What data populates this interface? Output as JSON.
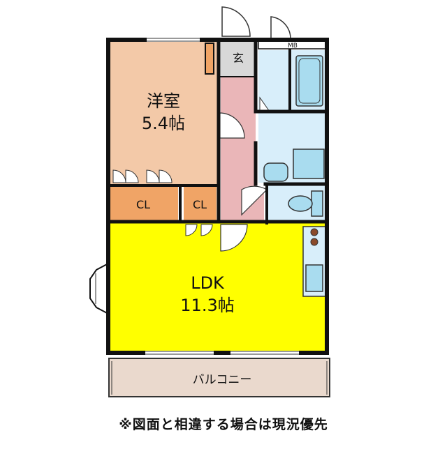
{
  "rooms": {
    "western": {
      "name": "洋室",
      "size": "5.4帖"
    },
    "ldk": {
      "name": "LDK",
      "size": "11.3帖"
    },
    "closet_1": "CL",
    "closet_2": "CL",
    "entrance": "玄",
    "meter_box": "MB",
    "balcony": "バルコニー"
  },
  "footer_note": "※図面と相違する場合は現況優先",
  "colors": {
    "western": "#f3c9a8",
    "ldk": "#ffff00",
    "closet": "#f0a466",
    "hall": "#eab6b8",
    "wet": "#d8eefa",
    "fixture": "#a9dcef",
    "balcony": "#ead9cd",
    "wall": "#111111"
  }
}
